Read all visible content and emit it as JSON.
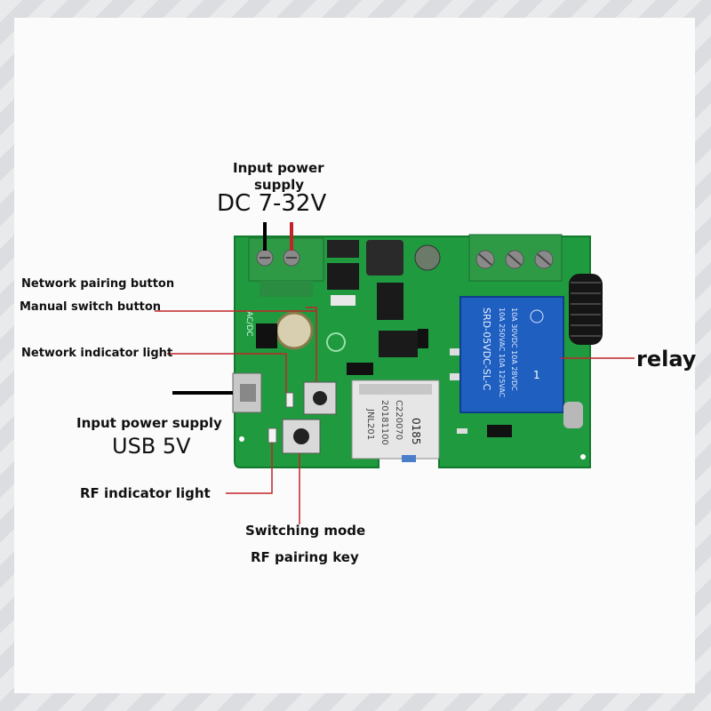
{
  "labels": {
    "input_power_line1": "Input power",
    "input_power_line2": "supply",
    "dc_voltage": "DC 7-32V",
    "network_pairing": "Network pairing button",
    "manual_switch": "Manual switch button",
    "network_indicator": "Network indicator light",
    "usb_power": "Input power supply",
    "usb_voltage": "USB 5V",
    "rf_indicator": "RF indicator light",
    "switching_mode": "Switching mode",
    "rf_pairing": "RF pairing key",
    "relay": "relay"
  },
  "board_markings": {
    "relay_model": "SRD-05VDC-SL-C",
    "relay_rating_1": "10A 250VAC  10A 125VAC",
    "relay_rating_2": "10A 30VDC  10A 28VDC",
    "relay_pin": "1",
    "module_code_1": "JNL201",
    "module_code_2": "20181100",
    "module_code_3": "C220070",
    "module_code_4": "0185",
    "terminal_mark": "AC/DC"
  },
  "colors": {
    "pcb": "#1f9a3f",
    "terminal": "#2f9a46",
    "relay": "#1f5fc0",
    "leader_red": "#c0242b",
    "wire": "#000000"
  }
}
